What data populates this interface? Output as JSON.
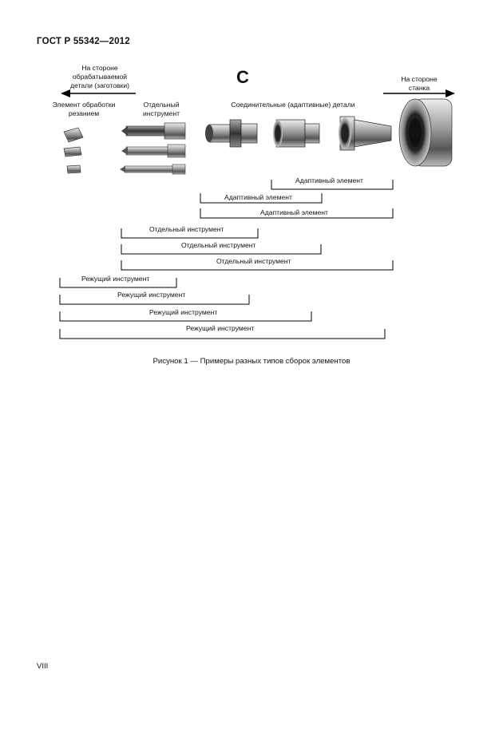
{
  "header": {
    "standard_id": "ГОСТ Р 55342—2012"
  },
  "figure": {
    "section_letter": "C",
    "workpiece_side": "На стороне обрабатываемой детали (заготовки)",
    "machine_side": "На стороне станка",
    "column_headers": {
      "cutting_element": "Элемент обработки резанием",
      "single_tool": "Отдельный инструмент",
      "adaptive_parts": "Соединительные (адаптивные) детали"
    },
    "brackets": [
      {
        "label": "Адаптивный элемент"
      },
      {
        "label": "Адаптивный элемент"
      },
      {
        "label": "Адаптивный элемент"
      },
      {
        "label": "Отдельный инструмент"
      },
      {
        "label": "Отдельный инструмент"
      },
      {
        "label": "Отдельный инструмент"
      },
      {
        "label": "Режущий инструмент"
      },
      {
        "label": "Режущий инструмент"
      },
      {
        "label": "Режущий инструмент"
      },
      {
        "label": "Режущий инструмент"
      }
    ],
    "caption": "Рисунок 1 — Примеры разных типов сборок элементов"
  },
  "footer": {
    "page_number": "VIII"
  }
}
